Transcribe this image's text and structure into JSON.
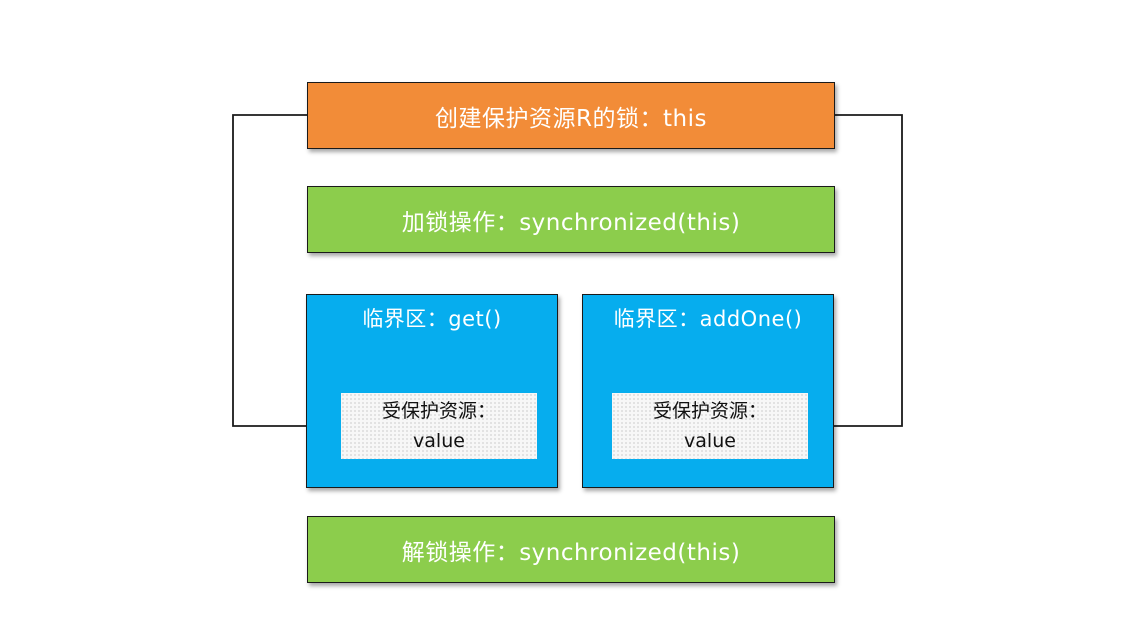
{
  "create_lock": "创建保护资源R的锁：this",
  "lock_op": "加锁操作：synchronized(this)",
  "critical_sections": [
    {
      "title": "临界区：get()",
      "resource_label": "受保护资源：",
      "resource_value": "value"
    },
    {
      "title": "临界区：addOne()",
      "resource_label": "受保护资源：",
      "resource_value": "value"
    }
  ],
  "unlock_op": "解锁操作：synchronized(this)",
  "colors": {
    "lock_creation": "#f28c38",
    "lock_ops": "#8ccd4c",
    "critical_section": "#06adee",
    "resource": "#f7f7f7",
    "connector": "#1a1a1a"
  }
}
